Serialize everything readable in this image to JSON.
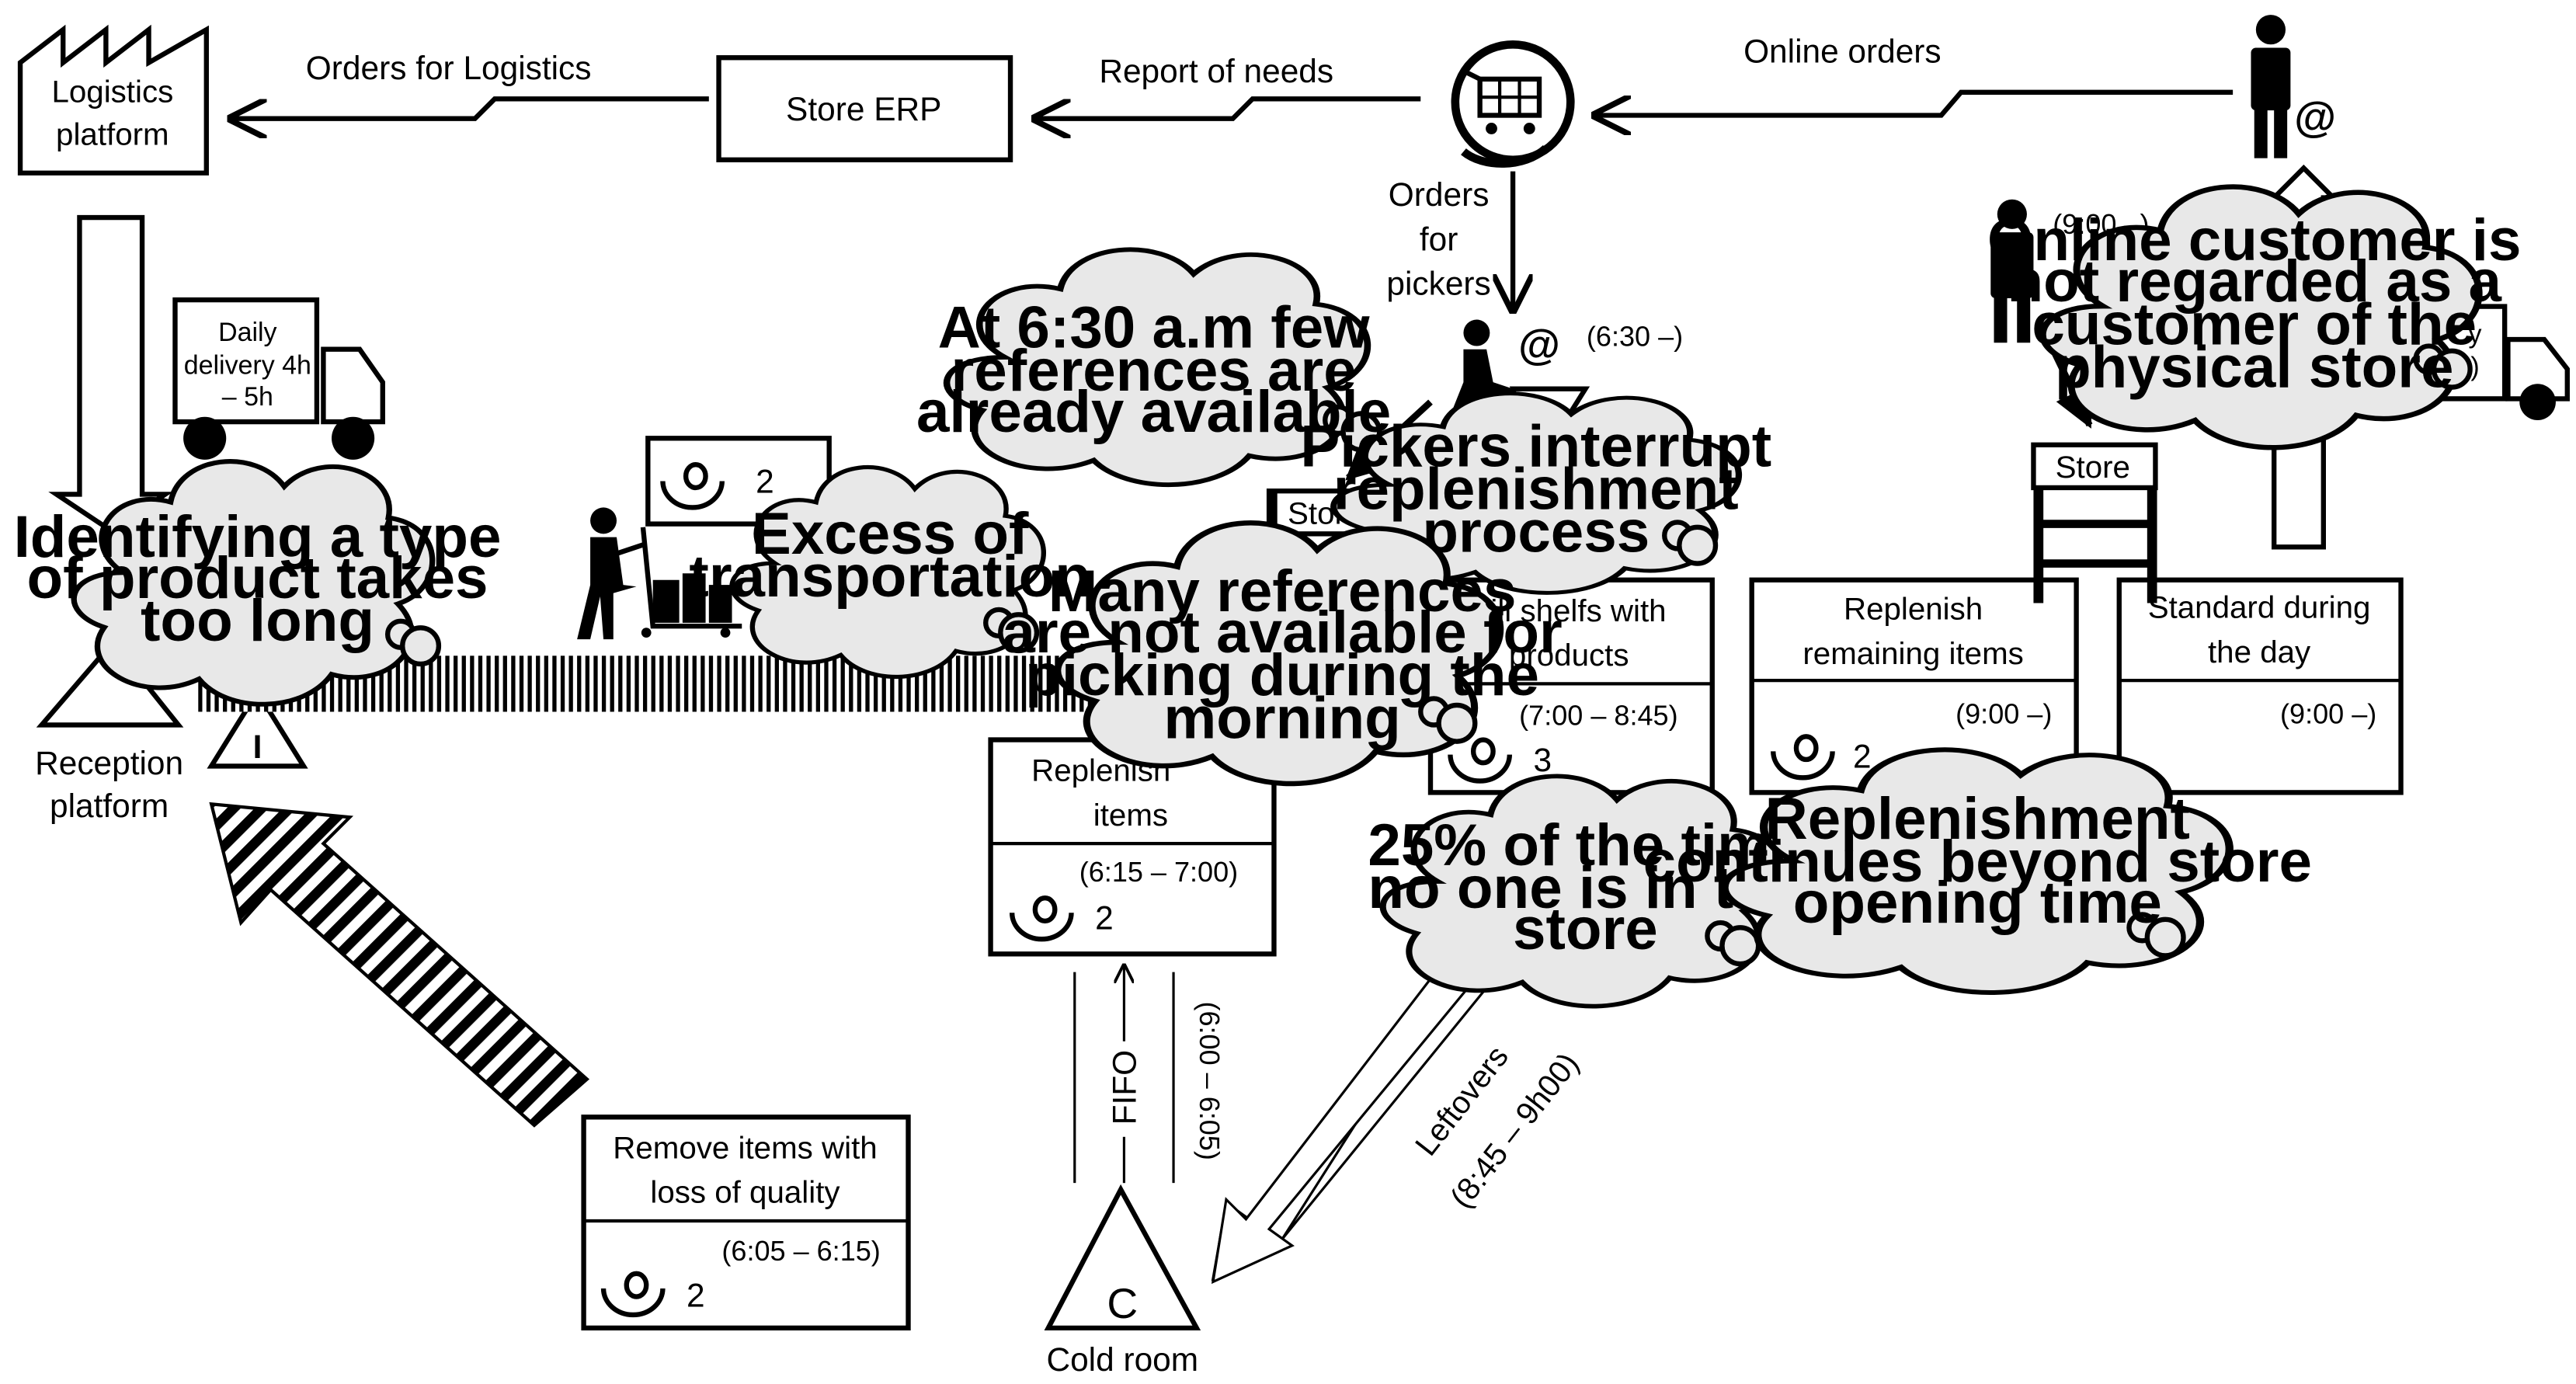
{
  "nodes": {
    "logistics_platform": "Logistics platform",
    "store_erp": "Store ERP",
    "reception_platform": "Reception platform",
    "cold_room": "Cold room",
    "cold_room_letter": "C",
    "store_1": "Store",
    "store_2": "Store"
  },
  "flows": {
    "orders_for_logistics": "Orders for Logistics",
    "report_of_needs": "Report of needs",
    "online_orders": "Online orders",
    "orders_for_pickers_1": "Orders",
    "orders_for_pickers_2": "for",
    "orders_for_pickers_3": "pickers",
    "pickers_time": "(6:30 –)",
    "online_customer_time": "(9:00 –)",
    "daily_delivery_1": "Daily",
    "daily_delivery_2": "delivery 4h",
    "daily_delivery_3": "– 5h",
    "fifo": "FIFO",
    "fifo_time": "(6:00 – 6:05)",
    "leftovers": "Leftovers",
    "leftovers_time": "(8:45 – 9h00)",
    "transport_operators": "2",
    "delivery_right_1": "y",
    "delivery_right_2": ")"
  },
  "processes": [
    {
      "line1": "Remove items with",
      "line2": "loss of quality",
      "time": "(6:05 – 6:15)",
      "operators": "2"
    },
    {
      "line1": "Replenish",
      "line2": "items",
      "time": "(6:15 – 7:00)",
      "operators": "2"
    },
    {
      "line1": "Fill shelfs with",
      "line2": "products",
      "time": "(7:00 – 8:45)",
      "operators": "3"
    },
    {
      "line1": "Replenish",
      "line2": "remaining items",
      "time": "(9:00 –)",
      "operators": "2"
    },
    {
      "line1": "Standard during",
      "line2": "the day",
      "time": "(9:00 –)"
    }
  ],
  "issues": {
    "identify_product": [
      "Identifying a type",
      "of product takes",
      "too long"
    ],
    "excess_transport": [
      "Excess of",
      "transportation"
    ],
    "few_references": [
      "At 6:30 a.m few",
      "references are",
      "already available"
    ],
    "pickers_interrupt": [
      "Pickers interrupt",
      "replenishment",
      "process"
    ],
    "many_references": [
      "Many references",
      "are not available for",
      "picking during the",
      "morning"
    ],
    "online_customer": [
      "Online customer is",
      "not regarded as a",
      "customer of the",
      "physical store"
    ],
    "no_one_store": [
      "25% of the time",
      "no one is in the",
      "store"
    ],
    "replenish_beyond": [
      "Replenishment",
      "continues beyond store",
      "opening time"
    ]
  },
  "icons": {
    "factory": "factory-icon",
    "cart": "online-cart-icon",
    "truck": "delivery-truck-icon",
    "operator": "operator-icon",
    "customer": "online-customer-icon",
    "picker": "picker-icon",
    "shelf": "shelf-icon",
    "lightning": "electronic-flow-icon"
  }
}
